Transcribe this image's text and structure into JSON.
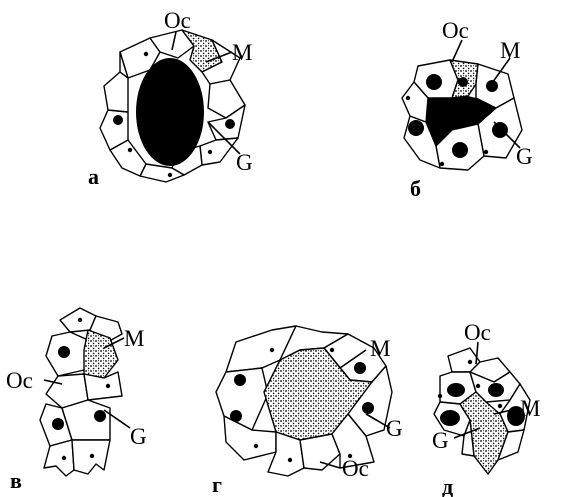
{
  "labels": {
    "oc": "Oc",
    "m": "M",
    "g": "G"
  },
  "panels": [
    {
      "id": "a",
      "letter": "а"
    },
    {
      "id": "b",
      "letter": "б"
    },
    {
      "id": "v",
      "letter": "в"
    },
    {
      "id": "g",
      "letter": "г"
    },
    {
      "id": "d",
      "letter": "д"
    }
  ],
  "colors": {
    "ink": "#000000",
    "background": "#ffffff"
  }
}
